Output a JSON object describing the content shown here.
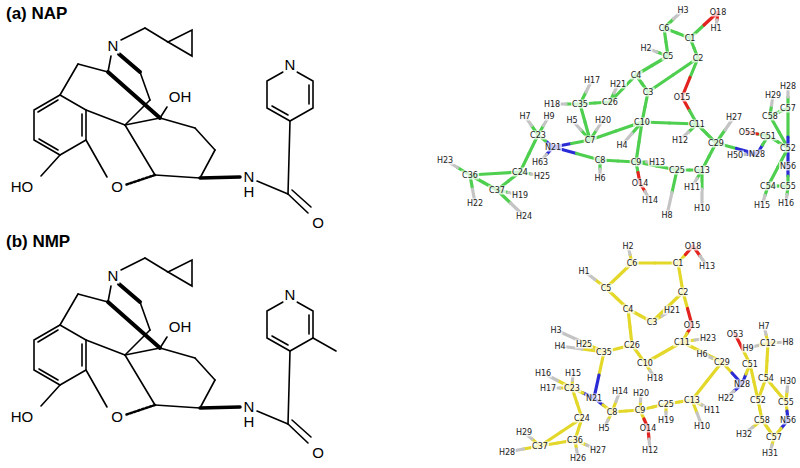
{
  "diagram": {
    "labels": [
      "(a) NAP",
      "N",
      "OH",
      "HO",
      "O",
      "N",
      "H",
      "O",
      "N",
      "H3",
      "O18",
      "C6",
      "H1",
      "C1",
      "H2",
      "C5",
      "C2",
      "H17",
      "H21",
      "C4",
      "O15",
      "H18",
      "C35",
      "C26",
      "C3",
      "H7",
      "H9",
      "H5",
      "H20",
      "C10",
      "C11",
      "H27",
      "O53",
      "H29",
      "H28",
      "C23",
      "N21",
      "C7",
      "H4",
      "H12",
      "C29",
      "C51",
      "C52",
      "C58",
      "C57",
      "H25",
      "H63",
      "C8",
      "C9",
      "H13",
      "H50",
      "N28",
      "N56",
      "C24",
      "C36",
      "H6",
      "O14",
      "C25",
      "C13",
      "C54",
      "C55",
      "H23",
      "C37",
      "H19",
      "H14",
      "H11",
      "H15",
      "H16",
      "H22",
      "H24",
      "H8",
      "H10",
      "(b) NMP",
      "N",
      "OH",
      "HO",
      "O",
      "N",
      "H",
      "O",
      "N",
      "H2",
      "O18",
      "C6",
      "C1",
      "H13",
      "H1",
      "C5",
      "C2",
      "C4",
      "H21",
      "C3",
      "O15",
      "H3",
      "H4",
      "H25",
      "C35",
      "C26",
      "C10",
      "C11",
      "H23",
      "H6",
      "C29",
      "O53",
      "C51",
      "H7",
      "C12",
      "H9",
      "H8",
      "H16",
      "H15",
      "H17",
      "C23",
      "N21",
      "H14",
      "H18",
      "H20",
      "C8",
      "C9",
      "C25",
      "C13",
      "H11",
      "H22",
      "N28",
      "C52",
      "C54",
      "C55",
      "H30",
      "C58",
      "C57",
      "N56",
      "H32",
      "H31",
      "H5",
      "O14",
      "H19",
      "H10",
      "H12",
      "C24",
      "H29",
      "H28",
      "C37",
      "C36",
      "H27",
      "H26"
    ]
  }
}
